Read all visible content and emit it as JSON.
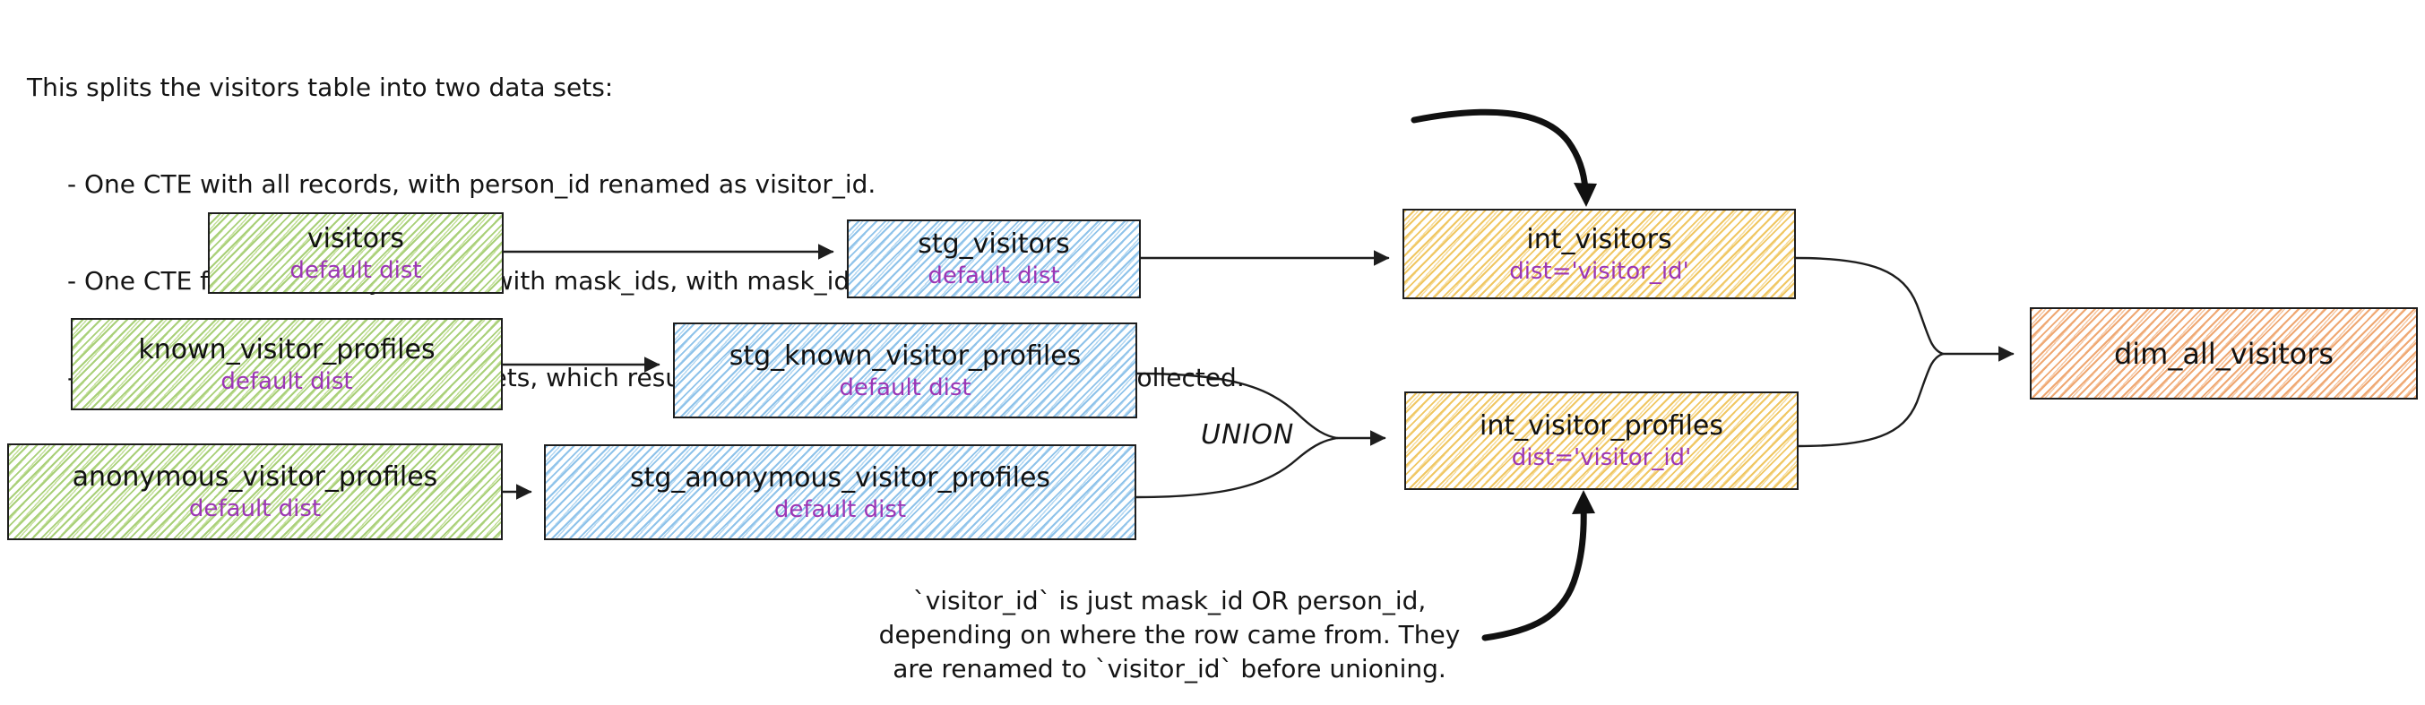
{
  "colors": {
    "stroke": "#1e1e1e",
    "purple_accent": "#9c36b5",
    "green_fill": "#a9d079",
    "blue_fill": "#8fc3ea",
    "yellow_fill": "#f0c763",
    "orange_fill": "#efa873"
  },
  "annotations": {
    "top_note": {
      "intro": "This splits the visitors table into two data sets:",
      "bullets": [
        "- One CTE with all records, with person_id renamed as visitor_id.",
        "- One CTE filtered to only records with mask_ids, with mask_id renamed as visitor_id",
        "- One CTE to union the two data sets, which results in a grain of one row per profile collected."
      ]
    },
    "bottom_note": {
      "lines": [
        "`visitor_id` is just mask_id OR person_id,",
        "depending on where the row came from. They",
        "are renamed to `visitor_id` before unioning."
      ]
    },
    "union_label": "UNION"
  },
  "nodes": {
    "visitors": {
      "title": "visitors",
      "subtitle": "default dist"
    },
    "stg_visitors": {
      "title": "stg_visitors",
      "subtitle": "default dist"
    },
    "int_visitors": {
      "title": "int_visitors",
      "subtitle": "dist='visitor_id'"
    },
    "known_visitor_profiles": {
      "title": "known_visitor_profiles",
      "subtitle": "default dist"
    },
    "stg_known_visitor_profiles": {
      "title": "stg_known_visitor_profiles",
      "subtitle": "default dist"
    },
    "anonymous_visitor_profiles": {
      "title": "anonymous_visitor_profiles",
      "subtitle": "default dist"
    },
    "stg_anonymous_visitor_profiles": {
      "title": "stg_anonymous_visitor_profiles",
      "subtitle": "default dist"
    },
    "int_visitor_profiles": {
      "title": "int_visitor_profiles",
      "subtitle": "dist='visitor_id'"
    },
    "dim_all_visitors": {
      "title": "dim_all_visitors"
    }
  }
}
